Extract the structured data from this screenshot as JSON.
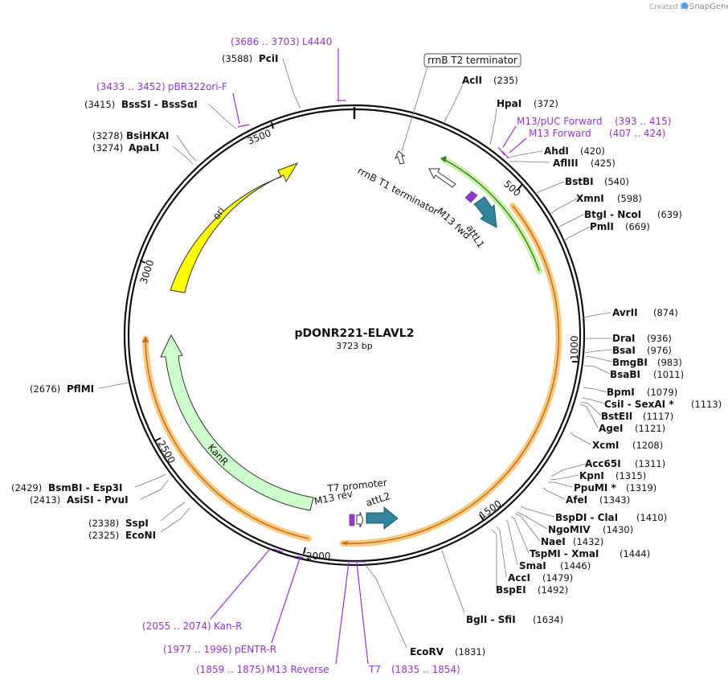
{
  "credit": {
    "prefix": "Created by",
    "brand": "SnapGene"
  },
  "plasmid": {
    "name": "pDONR221-ELAVL2",
    "size": "3723 bp"
  },
  "ticks": [
    "500",
    "1000",
    "1500",
    "2000",
    "2500",
    "3000",
    "3500"
  ],
  "enzymes": [
    {
      "name": "AclI",
      "pos": "(235)"
    },
    {
      "name": "HpaI",
      "pos": "(372)"
    },
    {
      "name": "AhdI",
      "pos": "(420)"
    },
    {
      "name": "AflIII",
      "pos": "(425)"
    },
    {
      "name": "BstBI",
      "pos": "(540)"
    },
    {
      "name": "XmnI",
      "pos": "(598)"
    },
    {
      "name": "BtgI  -  NcoI",
      "pos": "(639)"
    },
    {
      "name": "PmlI",
      "pos": "(669)"
    },
    {
      "name": "AvrII",
      "pos": "(874)"
    },
    {
      "name": "DraI",
      "pos": "(936)"
    },
    {
      "name": "BsaI",
      "pos": "(976)"
    },
    {
      "name": "BmgBI",
      "pos": "(983)"
    },
    {
      "name": "BsaBI",
      "pos": "(1011)"
    },
    {
      "name": "BpmI",
      "pos": "(1079)"
    },
    {
      "name": "CsiI  -  SexAI *",
      "pos": "(1113)"
    },
    {
      "name": "BstEII",
      "pos": "(1117)"
    },
    {
      "name": "AgeI",
      "pos": "(1121)"
    },
    {
      "name": "XcmI",
      "pos": "(1208)"
    },
    {
      "name": "Acc65I",
      "pos": "(1311)"
    },
    {
      "name": "KpnI",
      "pos": "(1315)"
    },
    {
      "name": "PpuMI *",
      "pos": "(1319)"
    },
    {
      "name": "AfeI",
      "pos": "(1343)"
    },
    {
      "name": "BspDI  -  ClaI",
      "pos": "(1410)"
    },
    {
      "name": "NgoMIV",
      "pos": "(1430)"
    },
    {
      "name": "NaeI",
      "pos": "(1432)"
    },
    {
      "name": "TspMI  -  XmaI",
      "pos": "(1444)"
    },
    {
      "name": "SmaI",
      "pos": "(1446)"
    },
    {
      "name": "AccI",
      "pos": "(1479)"
    },
    {
      "name": "BspEI",
      "pos": "(1492)"
    },
    {
      "name": "BglI  -  SfiI",
      "pos": "(1634)"
    },
    {
      "name": "EcoRV",
      "pos": "(1831)"
    },
    {
      "name": "EcoNI",
      "pos": "(2325)"
    },
    {
      "name": "SspI",
      "pos": "(2338)"
    },
    {
      "name": "AsiSI  -  PvuI",
      "pos": "(2413)"
    },
    {
      "name": "BsmBI  -  Esp3I",
      "pos": "(2429)"
    },
    {
      "name": "PflMI",
      "pos": "(2676)"
    },
    {
      "name": "ApaLI",
      "pos": "(3274)"
    },
    {
      "name": "BsiHKAI",
      "pos": "(3278)"
    },
    {
      "name": "BssSI  -  BssSαI",
      "pos": "(3415)"
    },
    {
      "name": "PciI",
      "pos": "(3588)"
    }
  ],
  "primers": [
    {
      "name": "L4440",
      "range": "(3686 .. 3703)"
    },
    {
      "name": "pBR322ori-F",
      "range": "(3433 .. 3452)"
    },
    {
      "name": "M13/pUC Forward",
      "range": "(393 .. 415)"
    },
    {
      "name": "M13 Forward",
      "range": "(407 .. 424)"
    },
    {
      "name": "Kan-R",
      "range": "(2055 .. 2074)"
    },
    {
      "name": "pENTR-R",
      "range": "(1977 .. 1996)"
    },
    {
      "name": "M13 Reverse",
      "range": "(1859 .. 1875)"
    },
    {
      "name": "T7",
      "range": "(1835 .. 1854)"
    }
  ],
  "features": {
    "rrnB_T2": "rrnB T2 terminator",
    "rrnB_T1": "rrnB T1 terminator",
    "m13_fwd": "M13 fwd",
    "attL1": "attL1",
    "t7_promoter": "T7 promoter",
    "m13_rev": "M13 rev",
    "attL2": "attL2",
    "kanr": "KanR",
    "ori": "ori"
  },
  "colors": {
    "ori": "#ffff00",
    "kanr": "#ccffcc",
    "att": "#31849b",
    "m13": "#9b30d9",
    "primer": "#9b30d9",
    "orf_highlight": "#f7c97e",
    "orf_line": "#c46a1c",
    "green_highlight": "#c8f0a8",
    "green_line": "#3a7f1c"
  }
}
